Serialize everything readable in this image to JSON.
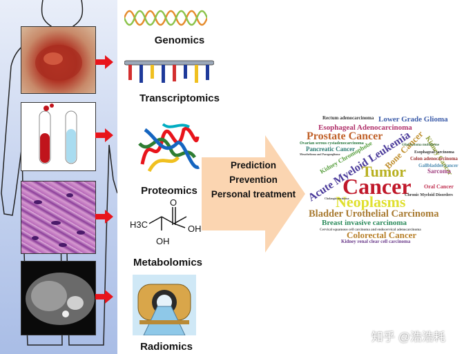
{
  "omics": {
    "genomics": "Genomics",
    "transcriptomics": "Transcriptomics",
    "proteomics": "Proteomics",
    "metabolomics": "Metabolomics",
    "radiomics": "Radiomics"
  },
  "molecule": {
    "h3c": "H3C",
    "oh_right": "OH",
    "oh_bottom": "OH",
    "o": "O"
  },
  "arrow_labels": {
    "prediction": "Prediction",
    "prevention": "Prevention",
    "personal": "Personal treatment"
  },
  "wordcloud": [
    "Rectum adenocarcinoma",
    "Lower Grade Glioma",
    "Esophageal Adenocarcinoma",
    "Prostate Cancer",
    "Kidney Cancer",
    "Ovarian serous cystadenocarcinoma",
    "Pancreatic Cancer",
    "Bone Cancer",
    "Kidney Chromophobe",
    "Esophageal carcinoma",
    "Colon adenocarcinoma",
    "Gallbladder cancer",
    "Acute Myeloid Leukemia",
    "Tumor",
    "Sarcoma",
    "Cancer",
    "Oral Cancer",
    "Chronic Myeloid Disorders",
    "Neoplasms",
    "Bladder Urothelial Carcinoma",
    "Breast invasive carcinoma",
    "Cervical squamous cell carcinoma and endocervical adenocarcinoma",
    "Colorectal Cancer",
    "Kidney renal clear cell carcinoma",
    "Mesothelioma and Paraganglioma",
    "Glioblastoma multiforme",
    "Cholangiocarcinoma"
  ],
  "watermark": "知乎 @浩浩耗",
  "colors": {
    "arrow_red": "#e8141b",
    "big_arrow": "#fbd5b1"
  }
}
